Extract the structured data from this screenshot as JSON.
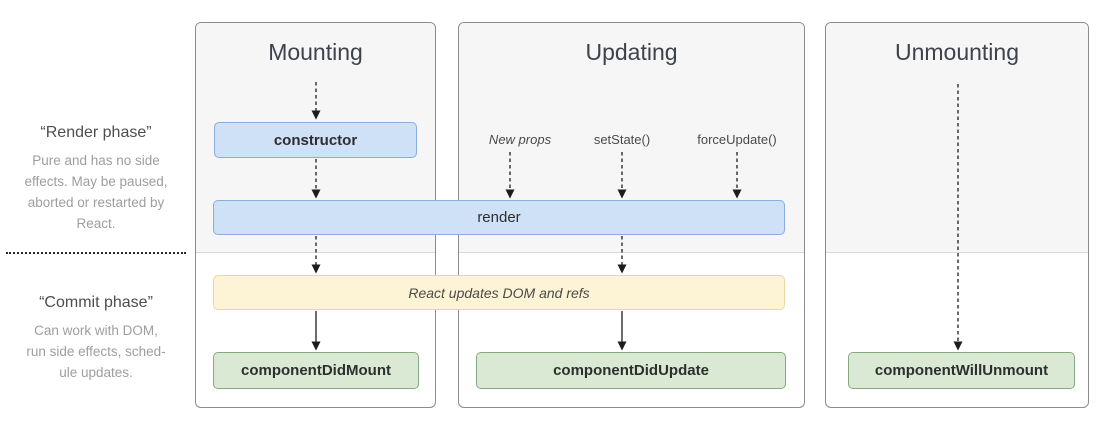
{
  "sidebar": {
    "render_phase": {
      "title": "“Render phase”",
      "lines": [
        "Pure and has no side",
        "effects. May be paused,",
        "aborted or restarted by",
        "React."
      ]
    },
    "commit_phase": {
      "title": "“Commit phase”",
      "lines": [
        "Can work with DOM,",
        "run side effects, sched-",
        "ule updates."
      ]
    }
  },
  "columns": {
    "mounting": {
      "title": "Mounting"
    },
    "updating": {
      "title": "Updating",
      "triggers": {
        "new_props": "New props",
        "set_state": "setState()",
        "force_update": "forceUpdate()"
      }
    },
    "unmounting": {
      "title": "Unmounting"
    }
  },
  "nodes": {
    "constructor": "constructor",
    "render": "render",
    "react_updates": "React updates DOM and refs",
    "component_did_mount": "componentDidMount",
    "component_did_update": "componentDidUpdate",
    "component_will_unmount": "componentWillUnmount"
  },
  "colors": {
    "lifecycle_box_blue_bg": "#cfe1f7",
    "lifecycle_box_blue_border": "#8aadda",
    "side_effect_box_yellow_bg": "#fdf3d5",
    "side_effect_box_yellow_border": "#e9d8a3",
    "commit_box_green_bg": "#d9e9d4",
    "commit_box_green_border": "#87a982",
    "phase_panel_bg": "#f6f6f6",
    "panel_border": "#8c8c8c"
  }
}
